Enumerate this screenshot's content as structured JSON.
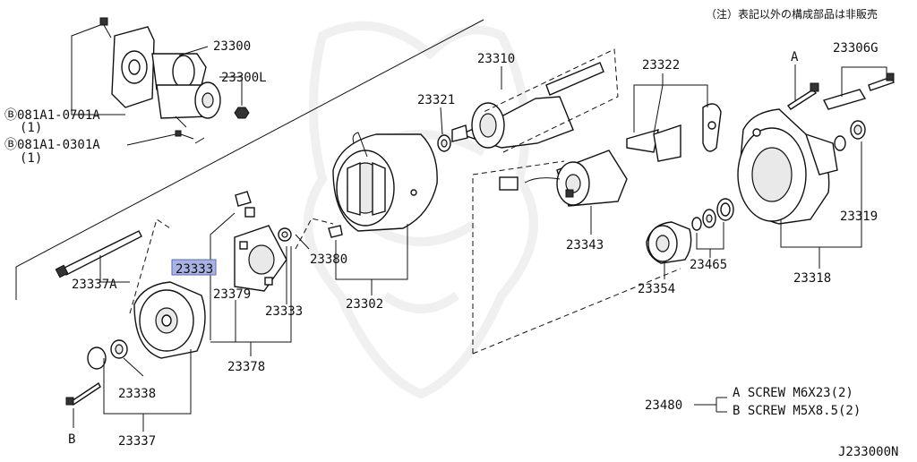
{
  "note": "（注）表記以外の構成部品は非販売",
  "labels": {
    "p23300": "23300",
    "p23300L": "23300L",
    "bolt1": "Ⓑ081A1-0701A",
    "bolt1_qty": "(1)",
    "bolt2": "Ⓑ081A1-0301A",
    "bolt2_qty": "(1)",
    "p23337A": "23337A",
    "p23333_hl": "23333",
    "p23379": "23379",
    "p23333": "23333",
    "p23378": "23378",
    "p23380": "23380",
    "p23302": "23302",
    "p23338": "23338",
    "p23337": "23337",
    "screw_b": "B",
    "p23310": "23310",
    "p23321": "23321",
    "p23322": "23322",
    "p23343": "23343",
    "p23354": "23354",
    "p23465": "23465",
    "p23318": "23318",
    "p23319": "23319",
    "screw_a": "A",
    "p23306G": "23306G"
  },
  "legend": {
    "part": "23480",
    "a": "A SCREW M6X23(2)",
    "b": "B SCREW M5X8.5(2)"
  },
  "code": "J233000N",
  "highlight_color": "#a9b3e3"
}
